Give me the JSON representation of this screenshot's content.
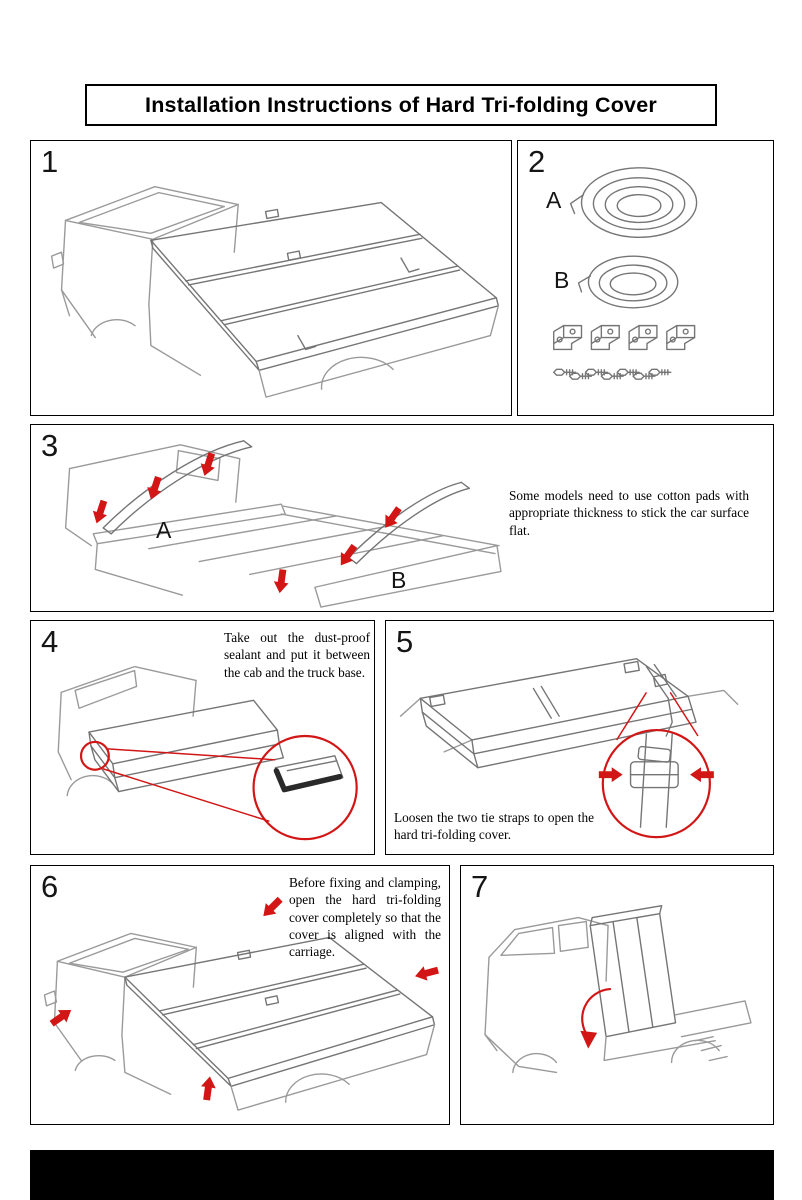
{
  "document": {
    "title": "Installation Instructions of Hard Tri-folding Cover"
  },
  "panels": [
    {
      "number": "1"
    },
    {
      "number": "2",
      "part_labels": {
        "a": "A",
        "b": "B"
      }
    },
    {
      "number": "3",
      "seal_labels": {
        "a": "A",
        "b": "B"
      },
      "note": "Some models need to use cotton pads with appropriate thickness to stick the car surface flat."
    },
    {
      "number": "4",
      "note": "Take out the dust-proof sealant and put it between the cab and the truck base."
    },
    {
      "number": "5",
      "note": "Loosen the two tie straps to open the hard tri-folding cover."
    },
    {
      "number": "6",
      "note": "Before fixing and clamping, open the hard tri-folding cover completely so that the cover is aligned with the carriage."
    },
    {
      "number": "7"
    }
  ],
  "icons": {
    "press_arrow": "red filled arrow",
    "rotate_arrow": "red curved arrow",
    "detail_circle": "red magnifier circle"
  },
  "colors": {
    "accent_red": "#d21616",
    "line_gray": "#9a9a9a",
    "border": "#000000"
  }
}
